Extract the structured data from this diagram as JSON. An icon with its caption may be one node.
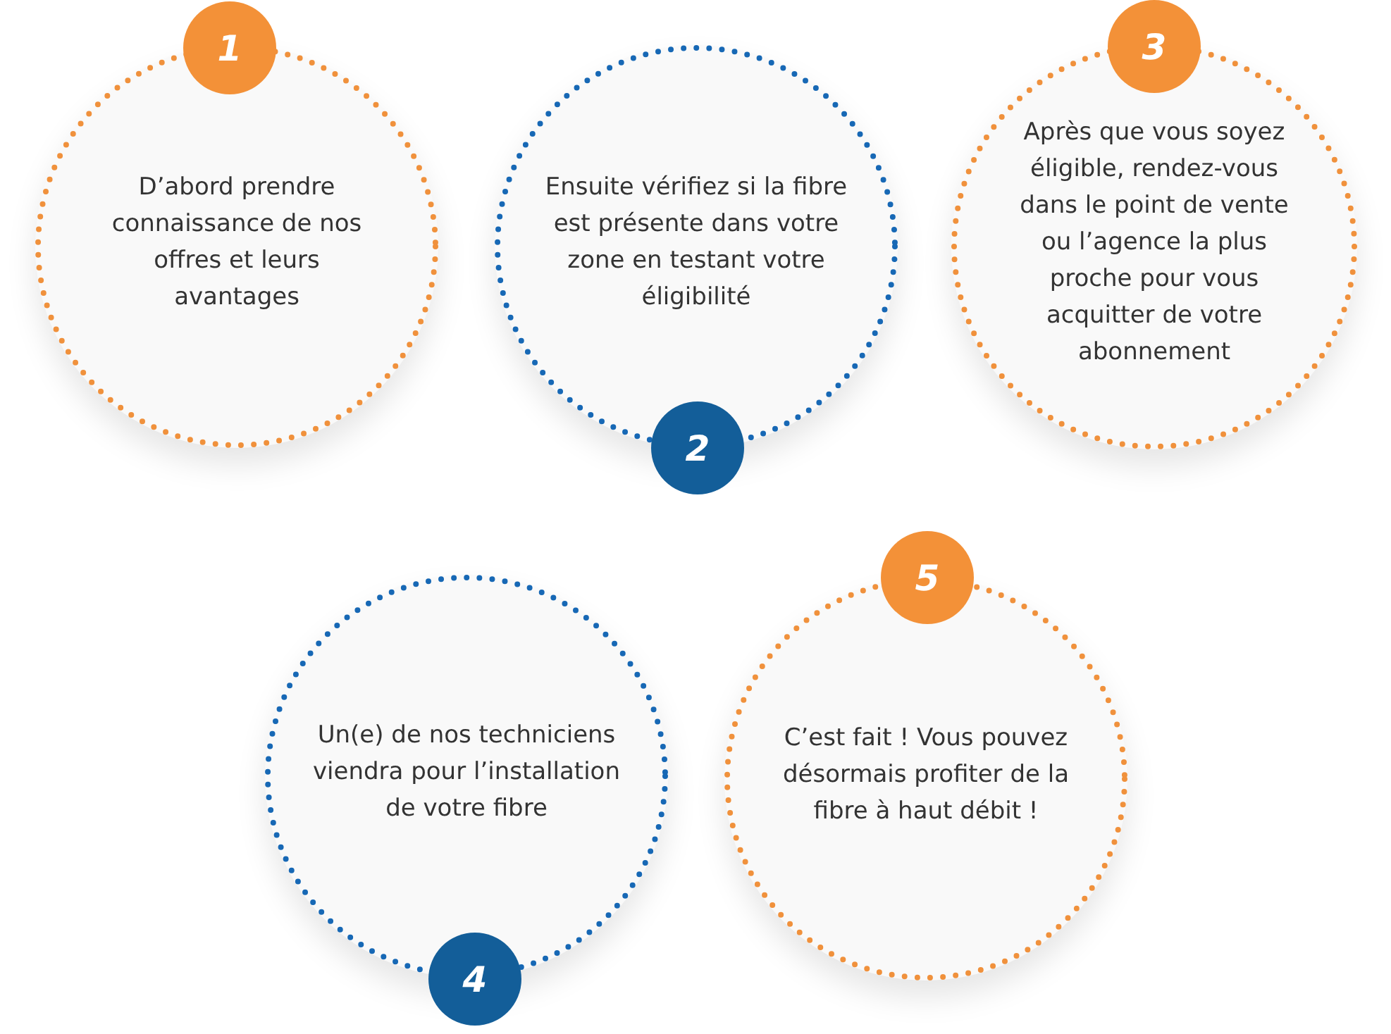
{
  "diagram": {
    "nodes": [
      {
        "text": [
          "1"
        ]
      },
      {
        "text": [
          "D’abord prendre connaissance de nos offres et leurs avantages"
        ]
      },
      {
        "text": [
          "2"
        ]
      },
      {
        "text": [
          "Ensuite vérifiez si la fibre est présente dans votre zone en testant votre éligibilité"
        ]
      },
      {
        "text": [
          "3"
        ]
      },
      {
        "text": [
          "Après que vous soyez éligible, rendez-vous dans le point de vente ou l’agence la plus proche pour vous acquitter de votre abonnement"
        ]
      },
      {
        "text": [
          "4"
        ]
      },
      {
        "text": [
          "Un(e) de nos techniciens viendra pour l’installation de votre fibre"
        ]
      },
      {
        "text": [
          "5"
        ]
      },
      {
        "text": [
          "C’est fait ! Vous pouvez désormais profiter de la fibre à haut débit !"
        ]
      }
    ]
  }
}
